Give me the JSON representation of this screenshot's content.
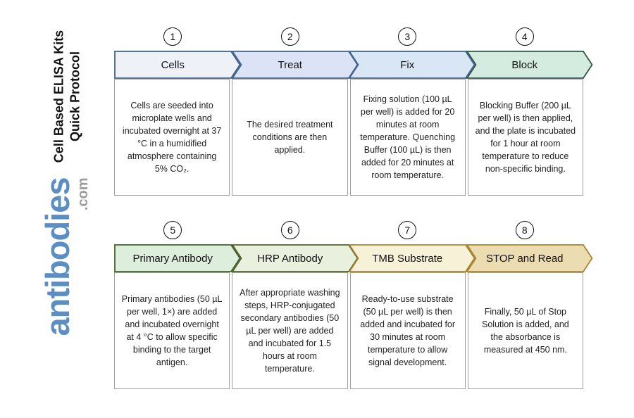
{
  "sidebar": {
    "title_line1": "Cell Based ELISA Kits",
    "title_line2": "Quick Protocol",
    "logo": {
      "brand": "antibodies",
      "tld": ".com",
      "brand_color": "#5b8fc4",
      "tld_color": "#9b9b9b"
    }
  },
  "steps": [
    {
      "number": "1",
      "label": "Cells",
      "description": "Cells are seeded into microplate wells and incubated overnight at 37 °C in a humidified atmosphere containing 5% CO₂.",
      "fill": "#eef2f7",
      "stroke": "#41638c"
    },
    {
      "number": "2",
      "label": "Treat",
      "description": "The desired treatment conditions are then applied.",
      "fill": "#dce3f6",
      "stroke": "#41638c"
    },
    {
      "number": "3",
      "label": "Fix",
      "description": "Fixing solution (100 µL per well) is added for 20 minutes at room temperature. Quenching Buffer (100 µL) is then added for 20 minutes at room temperature.",
      "fill": "#d9e6f5",
      "stroke": "#41638c"
    },
    {
      "number": "4",
      "label": "Block",
      "description": "Blocking Buffer (200 µL per well) is then applied, and the plate is incubated for 1 hour at room temperature to reduce non-specific binding.",
      "fill": "#d3ecdf",
      "stroke": "#2f564d"
    },
    {
      "number": "5",
      "label": "Primary Antibody",
      "description": "Primary antibodies (50 µL per well, 1×) are added and incubated overnight at 4 °C to allow specific binding to the target antigen.",
      "fill": "#ddeedc",
      "stroke": "#42652c"
    },
    {
      "number": "6",
      "label": "HRP Antibody",
      "description": "After appropriate washing steps, HRP-conjugated secondary antibodies (50 µL per well) are added and incubated for 1.5 hours at room temperature.",
      "fill": "#e9f1de",
      "stroke": "#4e632a"
    },
    {
      "number": "7",
      "label": "TMB Substrate",
      "description": "Ready-to-use substrate (50 µL per well) is then added and incubated for 30 minutes at room temperature to allow signal development.",
      "fill": "#f6f1d7",
      "stroke": "#a5862f"
    },
    {
      "number": "8",
      "label": "STOP and Read",
      "description": "Finally, 50 µL of Stop Solution is added, and the absorbance is measured at 450 nm.",
      "fill": "#ebdcb2",
      "stroke": "#a5862f"
    }
  ]
}
